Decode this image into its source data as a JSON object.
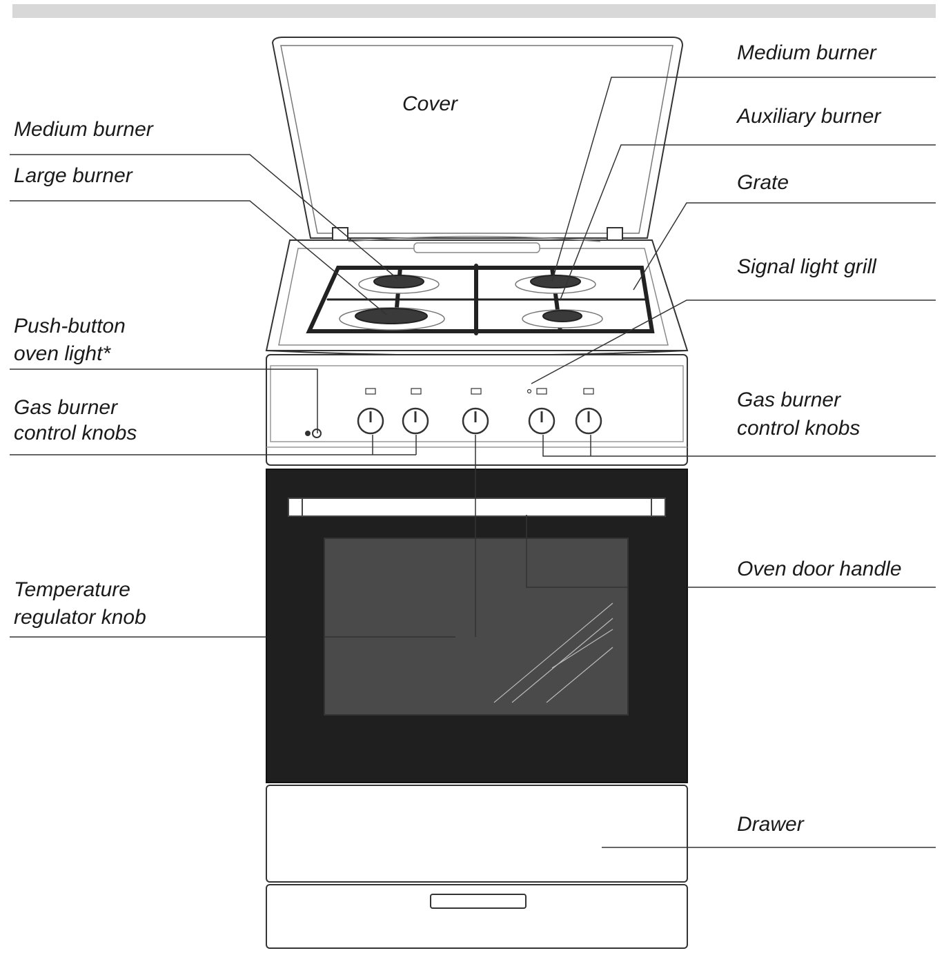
{
  "labels": {
    "cover": "Cover",
    "medium_burner_left": "Medium burner",
    "large_burner": "Large burner",
    "push_button_line1": "Push-button",
    "push_button_line2": "oven light*",
    "gas_knobs_left_line1": "Gas burner",
    "gas_knobs_left_line2": "control knobs",
    "temp_knob_line1": "Temperature",
    "temp_knob_line2": "regulator knob",
    "medium_burner_right": "Medium burner",
    "auxiliary_burner": "Auxiliary burner",
    "grate": "Grate",
    "signal_light_grill": "Signal light grill",
    "gas_knobs_right_line1": "Gas burner",
    "gas_knobs_right_line2": "control knobs",
    "oven_door_handle": "Oven door handle",
    "drawer": "Drawer"
  },
  "colors": {
    "oven_door": "#1f1f1f",
    "oven_window": "#4a4a4a",
    "burner_cap": "#3a3a3a",
    "grate": "#222222",
    "line": "#333333",
    "header_bar": "#d8d8d8"
  }
}
